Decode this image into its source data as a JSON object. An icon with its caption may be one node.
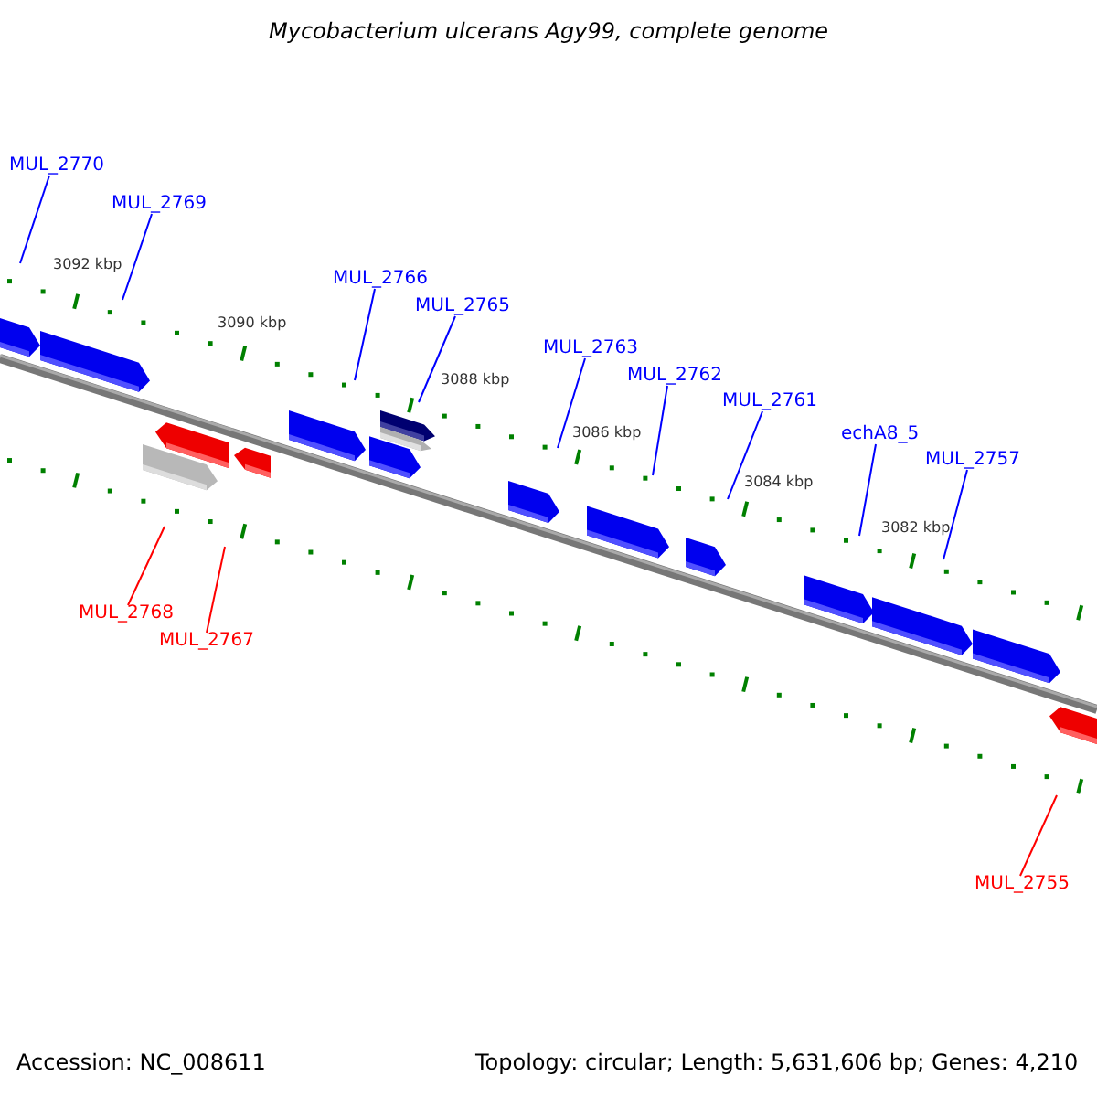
{
  "diagram": {
    "title": "Mycobacterium ulcerans Agy99, complete genome",
    "nodes": [
      {
        "text": [
          "MUL_2770"
        ]
      },
      {
        "text": [
          "MUL_2769"
        ]
      },
      {
        "text": [
          "MUL_2766"
        ]
      },
      {
        "text": [
          "MUL_2765"
        ]
      },
      {
        "text": [
          "MUL_2763"
        ]
      },
      {
        "text": [
          "MUL_2762"
        ]
      },
      {
        "text": [
          "MUL_2761"
        ]
      },
      {
        "text": [
          "echA8_5"
        ]
      },
      {
        "text": [
          "MUL_2757"
        ]
      },
      {
        "text": [
          "MUL_2768"
        ]
      },
      {
        "text": [
          "MUL_2767"
        ]
      },
      {
        "text": [
          "MUL_2755"
        ]
      }
    ],
    "edges": [
      {
        "from": 0,
        "to": null,
        "arrow": "none"
      },
      {
        "from": 1,
        "to": null,
        "arrow": "none"
      },
      {
        "from": 2,
        "to": null,
        "arrow": "none"
      },
      {
        "from": 3,
        "to": null,
        "arrow": "none"
      },
      {
        "from": 4,
        "to": null,
        "arrow": "none"
      },
      {
        "from": 5,
        "to": null,
        "arrow": "none"
      },
      {
        "from": 6,
        "to": null,
        "arrow": "none"
      },
      {
        "from": 7,
        "to": null,
        "arrow": "none"
      },
      {
        "from": 8,
        "to": null,
        "arrow": "none"
      },
      {
        "from": 9,
        "to": null,
        "arrow": "none",
        "color": "#ff0000"
      },
      {
        "from": 10,
        "to": null,
        "arrow": "none",
        "color": "#ff0000"
      },
      {
        "from": 11,
        "to": null,
        "arrow": "none",
        "color": "#ff0000"
      }
    ],
    "labels": [
      "3092 kbp",
      "3090 kbp",
      "3088 kbp",
      "3086 kbp",
      "3084 kbp",
      "3082 kbp",
      "Accession: NC_008611",
      "Topology: circular; Length: 5,631,606 bp; Genes: 4,210"
    ]
  }
}
